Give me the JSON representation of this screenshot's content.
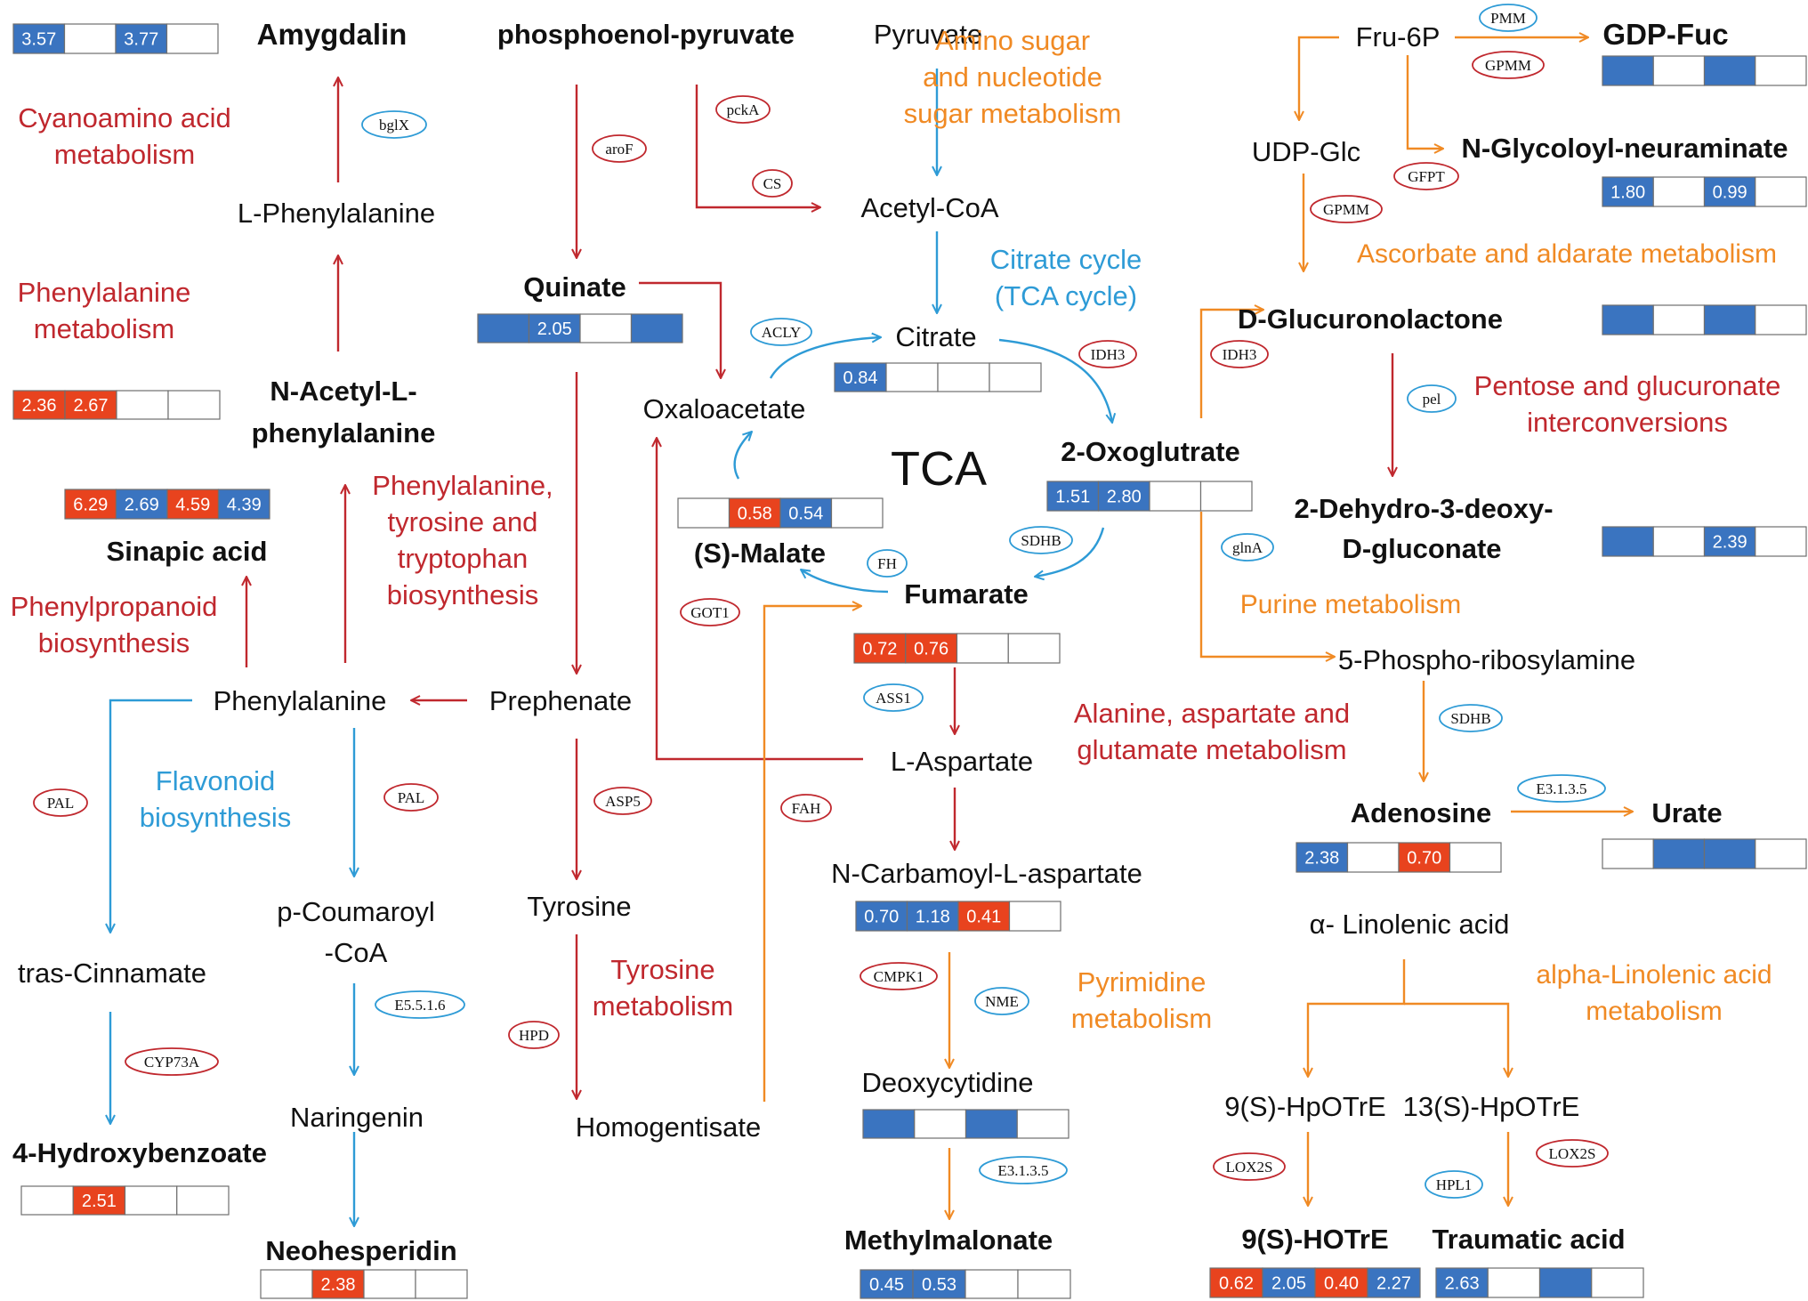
{
  "colors": {
    "red_path": "#c0282e",
    "blue_path": "#2e9bd6",
    "orange_path": "#f08a24",
    "cell_red": "#e8431e",
    "cell_blue": "#3a74c0",
    "cell_empty": "#ffffff"
  },
  "center_label": "TCA",
  "metabolites": [
    {
      "id": "amygdalin",
      "label": "Amygdalin",
      "bold": true
    },
    {
      "id": "l-phenylalanine",
      "label": "L-Phenylalanine",
      "bold": false
    },
    {
      "id": "n-acetyl-1",
      "label": "N-Acetyl-L-",
      "bold": true
    },
    {
      "id": "n-acetyl-2",
      "label": "phenylalanine",
      "bold": true
    },
    {
      "id": "sinapic-acid",
      "label": "Sinapic acid",
      "bold": true
    },
    {
      "id": "phenylalanine",
      "label": "Phenylalanine",
      "bold": false
    },
    {
      "id": "tras-cinnamate",
      "label": "tras-Cinnamate",
      "bold": false
    },
    {
      "id": "hydroxybenzoate",
      "label": "4-Hydroxybenzoate",
      "bold": true
    },
    {
      "id": "p-coumaroyl-1",
      "label": "p-Coumaroyl",
      "bold": false
    },
    {
      "id": "p-coumaroyl-2",
      "label": "-CoA",
      "bold": false
    },
    {
      "id": "naringenin",
      "label": "Naringenin",
      "bold": false
    },
    {
      "id": "neohesperidin",
      "label": "Neohesperidin",
      "bold": true
    },
    {
      "id": "phosphoenol-pyruvate",
      "label": "phosphoenol-pyruvate",
      "bold": true
    },
    {
      "id": "quinate",
      "label": "Quinate",
      "bold": true
    },
    {
      "id": "prephenate",
      "label": "Prephenate",
      "bold": false
    },
    {
      "id": "tyrosine",
      "label": "Tyrosine",
      "bold": false
    },
    {
      "id": "homogentisate",
      "label": "Homogentisate",
      "bold": false
    },
    {
      "id": "pyruvate",
      "label": "Pyruvate",
      "bold": false
    },
    {
      "id": "acetyl-coa",
      "label": "Acetyl-CoA",
      "bold": false
    },
    {
      "id": "citrate",
      "label": "Citrate",
      "bold": false
    },
    {
      "id": "oxaloacetate",
      "label": "Oxaloacetate",
      "bold": false
    },
    {
      "id": "oxoglutrate",
      "label": "2-Oxoglutrate",
      "bold": true
    },
    {
      "id": "s-malate",
      "label": "(S)-Malate",
      "bold": true
    },
    {
      "id": "fumarate",
      "label": "Fumarate",
      "bold": true
    },
    {
      "id": "l-aspartate",
      "label": "L-Aspartate",
      "bold": false
    },
    {
      "id": "n-carbamoyl",
      "label": "N-Carbamoyl-L-aspartate",
      "bold": false
    },
    {
      "id": "deoxycytidine",
      "label": "Deoxycytidine",
      "bold": false
    },
    {
      "id": "methylmalonate",
      "label": "Methylmalonate",
      "bold": true
    },
    {
      "id": "fru-6p",
      "label": "Fru-6P",
      "bold": false
    },
    {
      "id": "gdp-fuc",
      "label": "GDP-Fuc",
      "bold": true
    },
    {
      "id": "udp-glc",
      "label": "UDP-Glc",
      "bold": false
    },
    {
      "id": "n-glycoloyl",
      "label": "N-Glycoloyl-neuraminate",
      "bold": true
    },
    {
      "id": "d-glucuronolactone",
      "label": "D-Glucuronolactone",
      "bold": true
    },
    {
      "id": "dehydro-1",
      "label": "2-Dehydro-3-deoxy-",
      "bold": true
    },
    {
      "id": "dehydro-2",
      "label": "D-gluconate",
      "bold": true
    },
    {
      "id": "phospho-ribosylamine",
      "label": "5-Phospho-ribosylamine",
      "bold": false
    },
    {
      "id": "adenosine",
      "label": "Adenosine",
      "bold": true
    },
    {
      "id": "urate",
      "label": "Urate",
      "bold": true
    },
    {
      "id": "linolenic",
      "label": "α- Linolenic acid",
      "bold": false
    },
    {
      "id": "hpotre-9",
      "label": "9(S)-HpOTrE",
      "bold": false
    },
    {
      "id": "hpotre-13",
      "label": "13(S)-HpOTrE",
      "bold": false
    },
    {
      "id": "hotre-9",
      "label": "9(S)-HOTrE",
      "bold": true
    },
    {
      "id": "traumatic-acid",
      "label": "Traumatic acid",
      "bold": true
    }
  ],
  "pathways": [
    {
      "id": "cyanoamino",
      "lines": [
        "Cyanoamino acid",
        "metabolism"
      ],
      "color": "red"
    },
    {
      "id": "phenylalanine-metabolism",
      "lines": [
        "Phenylalanine",
        "metabolism"
      ],
      "color": "red"
    },
    {
      "id": "phenylpropanoid",
      "lines": [
        "Phenylpropanoid",
        "biosynthesis"
      ],
      "color": "red"
    },
    {
      "id": "flavonoid",
      "lines": [
        "Flavonoid",
        "biosynthesis"
      ],
      "color": "blue"
    },
    {
      "id": "phe-tyr-trp",
      "lines": [
        "Phenylalanine,",
        "tyrosine and",
        "tryptophan",
        "biosynthesis"
      ],
      "color": "red"
    },
    {
      "id": "tyrosine-metabolism",
      "lines": [
        "Tyrosine",
        "metabolism"
      ],
      "color": "red"
    },
    {
      "id": "citrate-cycle",
      "lines": [
        "Citrate cycle",
        "(TCA cycle)"
      ],
      "color": "blue"
    },
    {
      "id": "amino-sugar",
      "lines": [
        "Amino sugar",
        "and nucleotide",
        "sugar metabolism"
      ],
      "color": "orange"
    },
    {
      "id": "ascorbate",
      "lines": [
        "Ascorbate and aldarate metabolism"
      ],
      "color": "orange"
    },
    {
      "id": "pentose",
      "lines": [
        "Pentose and glucuronate",
        "interconversions"
      ],
      "color": "red"
    },
    {
      "id": "purine",
      "lines": [
        "Purine metabolism"
      ],
      "color": "orange"
    },
    {
      "id": "alanine",
      "lines": [
        "Alanine, aspartate and",
        "glutamate metabolism"
      ],
      "color": "red"
    },
    {
      "id": "pyrimidine",
      "lines": [
        "Pyrimidine",
        "metabolism"
      ],
      "color": "orange"
    },
    {
      "id": "alpha-linolenic",
      "lines": [
        "alpha-Linolenic acid",
        "metabolism"
      ],
      "color": "orange"
    }
  ],
  "enzymes": [
    {
      "id": "bglx",
      "label": "bglX",
      "color": "blue"
    },
    {
      "id": "arof",
      "label": "aroF",
      "color": "red"
    },
    {
      "id": "pcka",
      "label": "pckA",
      "color": "red"
    },
    {
      "id": "cs",
      "label": "CS",
      "color": "red"
    },
    {
      "id": "acly",
      "label": "ACLY",
      "color": "blue"
    },
    {
      "id": "idh3-a",
      "label": "IDH3",
      "color": "red"
    },
    {
      "id": "idh3-b",
      "label": "IDH3",
      "color": "red"
    },
    {
      "id": "sdhb-a",
      "label": "SDHB",
      "color": "blue"
    },
    {
      "id": "fh",
      "label": "FH",
      "color": "blue"
    },
    {
      "id": "got1",
      "label": "GOT1",
      "color": "red"
    },
    {
      "id": "ass1",
      "label": "ASS1",
      "color": "blue"
    },
    {
      "id": "glna",
      "label": "glnA",
      "color": "blue"
    },
    {
      "id": "pal-a",
      "label": "PAL",
      "color": "red"
    },
    {
      "id": "pal-b",
      "label": "PAL",
      "color": "red"
    },
    {
      "id": "asp5",
      "label": "ASP5",
      "color": "red"
    },
    {
      "id": "fah",
      "label": "FAH",
      "color": "red"
    },
    {
      "id": "hpd",
      "label": "HPD",
      "color": "red"
    },
    {
      "id": "cyp73a",
      "label": "CYP73A",
      "color": "red"
    },
    {
      "id": "e5516",
      "label": "E5.5.1.6",
      "color": "blue"
    },
    {
      "id": "cmpk1",
      "label": "CMPK1",
      "color": "red"
    },
    {
      "id": "nme",
      "label": "NME",
      "color": "blue"
    },
    {
      "id": "e3135-a",
      "label": "E3.1.3.5",
      "color": "blue"
    },
    {
      "id": "pmm",
      "label": "PMM",
      "color": "blue"
    },
    {
      "id": "gpmm-a",
      "label": "GPMM",
      "color": "red"
    },
    {
      "id": "gpmm-b",
      "label": "GPMM",
      "color": "red"
    },
    {
      "id": "gfpt",
      "label": "GFPT",
      "color": "red"
    },
    {
      "id": "pel",
      "label": "pel",
      "color": "blue"
    },
    {
      "id": "sdhb-b",
      "label": "SDHB",
      "color": "blue"
    },
    {
      "id": "e3135-b",
      "label": "E3.1.3.5",
      "color": "blue"
    },
    {
      "id": "lox2s-a",
      "label": "LOX2S",
      "color": "red"
    },
    {
      "id": "lox2s-b",
      "label": "LOX2S",
      "color": "red"
    },
    {
      "id": "hpl1",
      "label": "HPL1",
      "color": "blue"
    }
  ],
  "heatboxes": [
    {
      "id": "amygdalin",
      "cells": [
        {
          "c": "blue",
          "v": "3.57"
        },
        {
          "c": "empty",
          "v": ""
        },
        {
          "c": "blue",
          "v": "3.77"
        },
        {
          "c": "empty",
          "v": ""
        }
      ]
    },
    {
      "id": "n-acetyl-l-phenylalanine",
      "cells": [
        {
          "c": "red",
          "v": "2.36"
        },
        {
          "c": "red",
          "v": "2.67"
        },
        {
          "c": "empty",
          "v": ""
        },
        {
          "c": "empty",
          "v": ""
        }
      ]
    },
    {
      "id": "sinapic-acid",
      "cells": [
        {
          "c": "red",
          "v": "6.29"
        },
        {
          "c": "blue",
          "v": "2.69"
        },
        {
          "c": "red",
          "v": "4.59"
        },
        {
          "c": "blue",
          "v": "4.39"
        }
      ]
    },
    {
      "id": "hydroxybenzoate",
      "cells": [
        {
          "c": "empty",
          "v": ""
        },
        {
          "c": "red",
          "v": "2.51"
        },
        {
          "c": "empty",
          "v": ""
        },
        {
          "c": "empty",
          "v": ""
        }
      ]
    },
    {
      "id": "neohesperidin",
      "cells": [
        {
          "c": "empty",
          "v": ""
        },
        {
          "c": "red",
          "v": "2.38"
        },
        {
          "c": "empty",
          "v": ""
        },
        {
          "c": "empty",
          "v": ""
        }
      ]
    },
    {
      "id": "quinate",
      "cells": [
        {
          "c": "blue",
          "v": ""
        },
        {
          "c": "blue",
          "v": "2.05"
        },
        {
          "c": "empty",
          "v": ""
        },
        {
          "c": "blue",
          "v": ""
        }
      ]
    },
    {
      "id": "citrate",
      "cells": [
        {
          "c": "blue",
          "v": "0.84"
        },
        {
          "c": "empty",
          "v": ""
        },
        {
          "c": "empty",
          "v": ""
        },
        {
          "c": "empty",
          "v": ""
        }
      ]
    },
    {
      "id": "s-malate",
      "cells": [
        {
          "c": "empty",
          "v": ""
        },
        {
          "c": "red",
          "v": "0.58"
        },
        {
          "c": "blue",
          "v": "0.54"
        },
        {
          "c": "empty",
          "v": ""
        }
      ]
    },
    {
      "id": "oxoglutrate",
      "cells": [
        {
          "c": "blue",
          "v": "1.51"
        },
        {
          "c": "blue",
          "v": "2.80"
        },
        {
          "c": "empty",
          "v": ""
        },
        {
          "c": "empty",
          "v": ""
        }
      ]
    },
    {
      "id": "fumarate",
      "cells": [
        {
          "c": "red",
          "v": "0.72"
        },
        {
          "c": "red",
          "v": "0.76"
        },
        {
          "c": "empty",
          "v": ""
        },
        {
          "c": "empty",
          "v": ""
        }
      ]
    },
    {
      "id": "n-carbamoyl",
      "cells": [
        {
          "c": "blue",
          "v": "0.70"
        },
        {
          "c": "blue",
          "v": "1.18"
        },
        {
          "c": "red",
          "v": "0.41"
        },
        {
          "c": "empty",
          "v": ""
        }
      ]
    },
    {
      "id": "deoxycytidine",
      "cells": [
        {
          "c": "blue",
          "v": ""
        },
        {
          "c": "empty",
          "v": ""
        },
        {
          "c": "blue",
          "v": ""
        },
        {
          "c": "empty",
          "v": ""
        }
      ]
    },
    {
      "id": "methylmalonate",
      "cells": [
        {
          "c": "blue",
          "v": "0.45"
        },
        {
          "c": "blue",
          "v": "0.53"
        },
        {
          "c": "empty",
          "v": ""
        },
        {
          "c": "empty",
          "v": ""
        }
      ]
    },
    {
      "id": "gdp-fuc",
      "cells": [
        {
          "c": "blue",
          "v": ""
        },
        {
          "c": "empty",
          "v": ""
        },
        {
          "c": "blue",
          "v": ""
        },
        {
          "c": "empty",
          "v": ""
        }
      ]
    },
    {
      "id": "n-glycoloyl",
      "cells": [
        {
          "c": "blue",
          "v": "1.80"
        },
        {
          "c": "empty",
          "v": ""
        },
        {
          "c": "blue",
          "v": "0.99"
        },
        {
          "c": "empty",
          "v": ""
        }
      ]
    },
    {
      "id": "d-glucuronolactone",
      "cells": [
        {
          "c": "blue",
          "v": ""
        },
        {
          "c": "empty",
          "v": ""
        },
        {
          "c": "blue",
          "v": ""
        },
        {
          "c": "empty",
          "v": ""
        }
      ]
    },
    {
      "id": "dehydro-gluconate",
      "cells": [
        {
          "c": "blue",
          "v": ""
        },
        {
          "c": "empty",
          "v": ""
        },
        {
          "c": "blue",
          "v": "2.39"
        },
        {
          "c": "empty",
          "v": ""
        }
      ]
    },
    {
      "id": "adenosine",
      "cells": [
        {
          "c": "blue",
          "v": "2.38"
        },
        {
          "c": "empty",
          "v": ""
        },
        {
          "c": "red",
          "v": "0.70"
        },
        {
          "c": "empty",
          "v": ""
        }
      ]
    },
    {
      "id": "urate",
      "cells": [
        {
          "c": "empty",
          "v": ""
        },
        {
          "c": "blue",
          "v": ""
        },
        {
          "c": "blue",
          "v": ""
        },
        {
          "c": "empty",
          "v": ""
        }
      ]
    },
    {
      "id": "hotre-9",
      "cells": [
        {
          "c": "red",
          "v": "0.62"
        },
        {
          "c": "blue",
          "v": "2.05"
        },
        {
          "c": "red",
          "v": "0.40"
        },
        {
          "c": "blue",
          "v": "2.27"
        }
      ]
    },
    {
      "id": "traumatic-acid",
      "cells": [
        {
          "c": "blue",
          "v": "2.63"
        },
        {
          "c": "empty",
          "v": ""
        },
        {
          "c": "blue",
          "v": ""
        },
        {
          "c": "empty",
          "v": ""
        }
      ]
    }
  ]
}
